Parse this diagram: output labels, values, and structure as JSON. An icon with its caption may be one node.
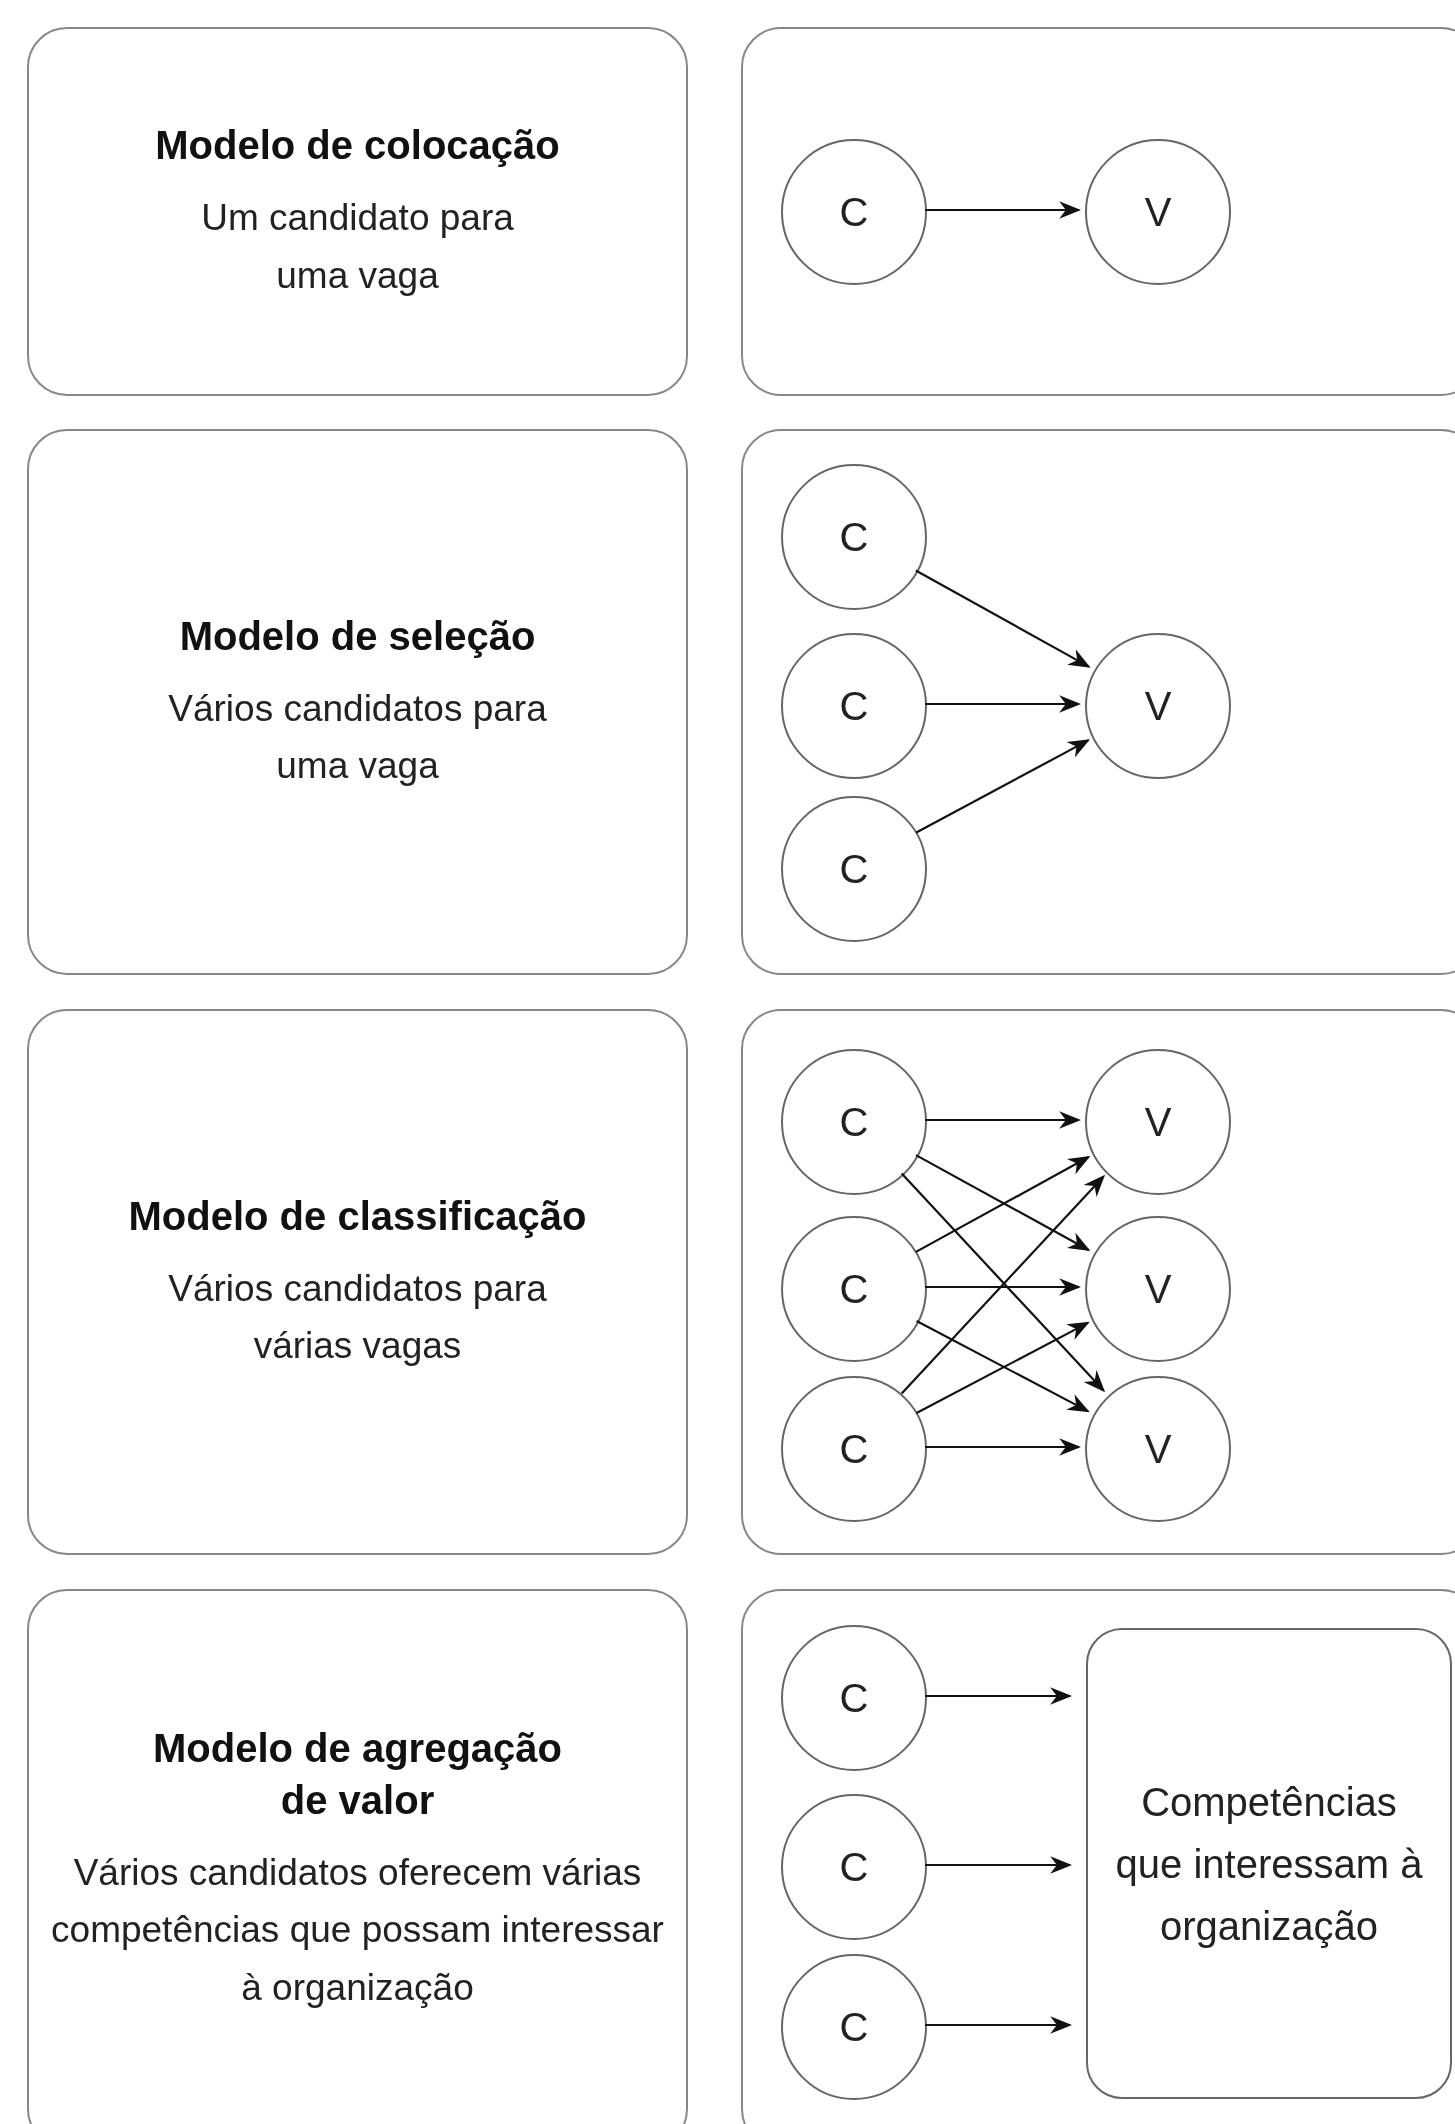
{
  "diagram": {
    "nodes": [
      {
        "text": [
          "Modelo de colocação",
          "Um candidato para uma vaga"
        ]
      },
      {
        "text": [],
        "shape": "box"
      },
      {
        "text": [
          "C"
        ],
        "in": 1
      },
      {
        "text": [
          "V"
        ],
        "in": 1
      },
      {
        "text": [
          "Modelo de seleção",
          "Vários candidatos para uma vaga"
        ]
      },
      {
        "text": [],
        "shape": "box"
      },
      {
        "text": [
          "C"
        ],
        "in": 5
      },
      {
        "text": [
          "C"
        ],
        "in": 5
      },
      {
        "text": [
          "C"
        ],
        "in": 5
      },
      {
        "text": [
          "V"
        ],
        "in": 5
      },
      {
        "text": [
          "Modelo de classificação",
          "Vários candidatos para várias vagas"
        ]
      },
      {
        "text": [],
        "shape": "box"
      },
      {
        "text": [
          "C"
        ],
        "in": 11
      },
      {
        "text": [
          "C"
        ],
        "in": 11
      },
      {
        "text": [
          "C"
        ],
        "in": 11
      },
      {
        "text": [
          "V"
        ],
        "in": 11
      },
      {
        "text": [
          "V"
        ],
        "in": 11
      },
      {
        "text": [
          "V"
        ],
        "in": 11
      },
      {
        "text": [
          "Modelo de agregação de valor",
          "Vários candidatos oferecem várias competências que possam interessar à organização"
        ]
      },
      {
        "text": [],
        "shape": "box"
      },
      {
        "text": [
          "C"
        ],
        "in": 19
      },
      {
        "text": [
          "C"
        ],
        "in": 19
      },
      {
        "text": [
          "C"
        ],
        "in": 19
      },
      {
        "text": [
          "Competências que interessam à organização"
        ],
        "in": 19
      }
    ],
    "edges": [
      {
        "from": 2,
        "to": 3,
        "arrow": "to"
      },
      {
        "from": 6,
        "to": 9,
        "arrow": "to"
      },
      {
        "from": 7,
        "to": 9,
        "arrow": "to"
      },
      {
        "from": 8,
        "to": 9,
        "arrow": "to"
      },
      {
        "from": 12,
        "to": 15,
        "arrow": "to"
      },
      {
        "from": 12,
        "to": 16,
        "arrow": "to"
      },
      {
        "from": 12,
        "to": 17,
        "arrow": "to"
      },
      {
        "from": 13,
        "to": 15,
        "arrow": "to"
      },
      {
        "from": 13,
        "to": 16,
        "arrow": "to"
      },
      {
        "from": 13,
        "to": 17,
        "arrow": "to"
      },
      {
        "from": 14,
        "to": 15,
        "arrow": "to"
      },
      {
        "from": 14,
        "to": 16,
        "arrow": "to"
      },
      {
        "from": 14,
        "to": 17,
        "arrow": "to"
      },
      {
        "from": 20,
        "to": 23,
        "arrow": "to"
      },
      {
        "from": 21,
        "to": 23,
        "arrow": "to"
      },
      {
        "from": 22,
        "to": 23,
        "arrow": "to"
      }
    ]
  }
}
